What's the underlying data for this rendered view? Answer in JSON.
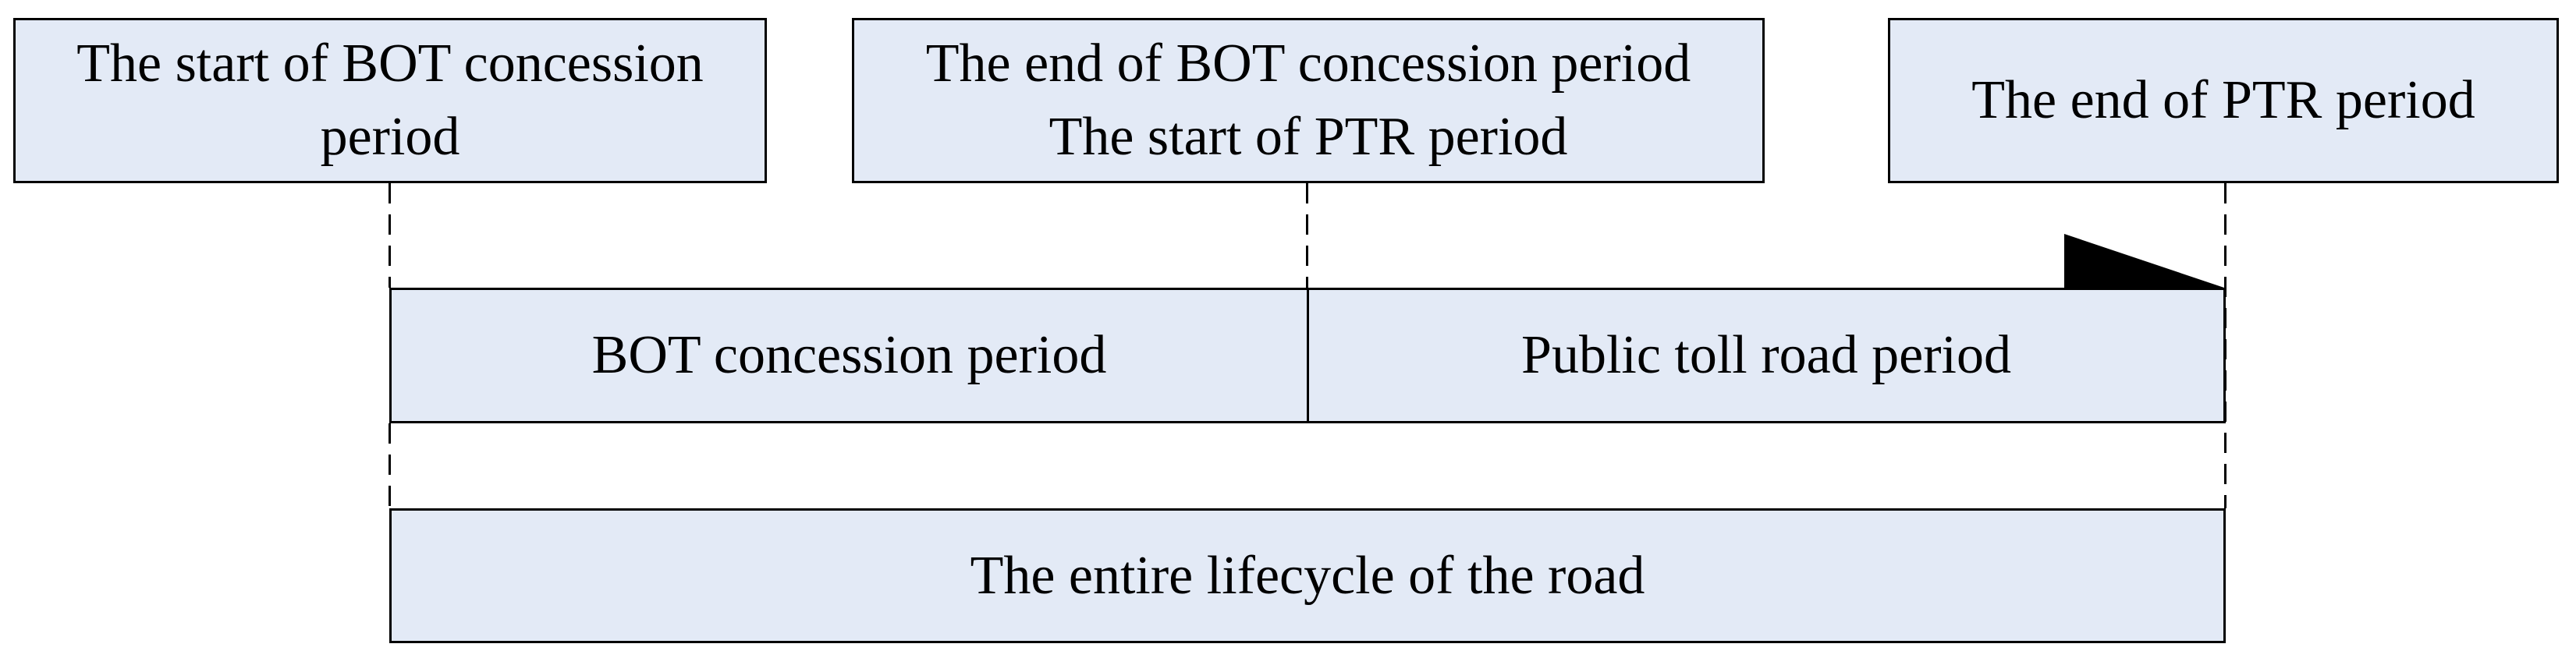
{
  "diagram": {
    "events": {
      "start_bot": {
        "line1": "The start of BOT concession",
        "line2": "period"
      },
      "end_bot_start_ptr": {
        "line1": "The end of BOT concession period",
        "line2": "The start of PTR period"
      },
      "end_ptr": {
        "line1": "The end of PTR period"
      }
    },
    "timeline": {
      "segment_bot": "BOT concession period",
      "segment_ptr": "Public toll road period"
    },
    "lifecycle_label": "The entire lifecycle of the road",
    "colors": {
      "box_fill": "#e3eaf6",
      "line": "#000000",
      "arrow_fill": "#000000"
    }
  }
}
